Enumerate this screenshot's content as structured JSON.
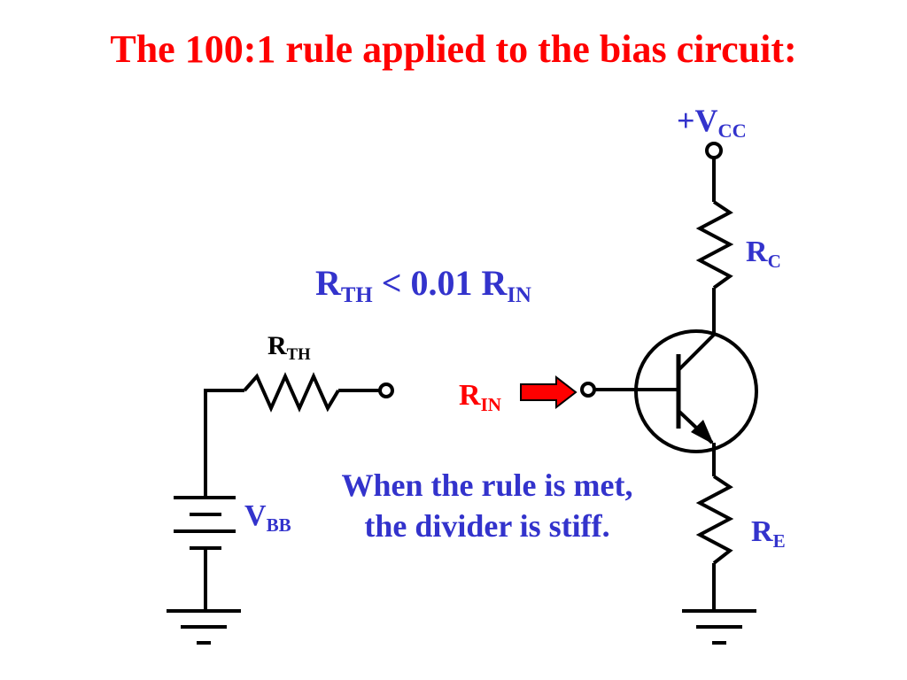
{
  "title": "The 100:1 rule applied to the bias circuit:",
  "labels": {
    "vcc": {
      "main": "+V",
      "sub": "CC"
    },
    "rc": {
      "main": "R",
      "sub": "C"
    },
    "re": {
      "main": "R",
      "sub": "E"
    },
    "rth": {
      "main": "R",
      "sub": "TH"
    },
    "vbb": {
      "main": "V",
      "sub": "BB"
    },
    "rin": {
      "main": "R",
      "sub": "IN"
    }
  },
  "rule": {
    "lhs_main": "R",
    "lhs_sub": "TH",
    "op": " < 0.01 ",
    "rhs_main": "R",
    "rhs_sub": "IN"
  },
  "note": {
    "line1": "When the rule is met,",
    "line2": "the divider is stiff."
  },
  "colors": {
    "title": "#ff0000",
    "label_blue": "#3333cc",
    "rin": "#ff0000",
    "arrow": "#ff0000",
    "wire": "#000000"
  }
}
